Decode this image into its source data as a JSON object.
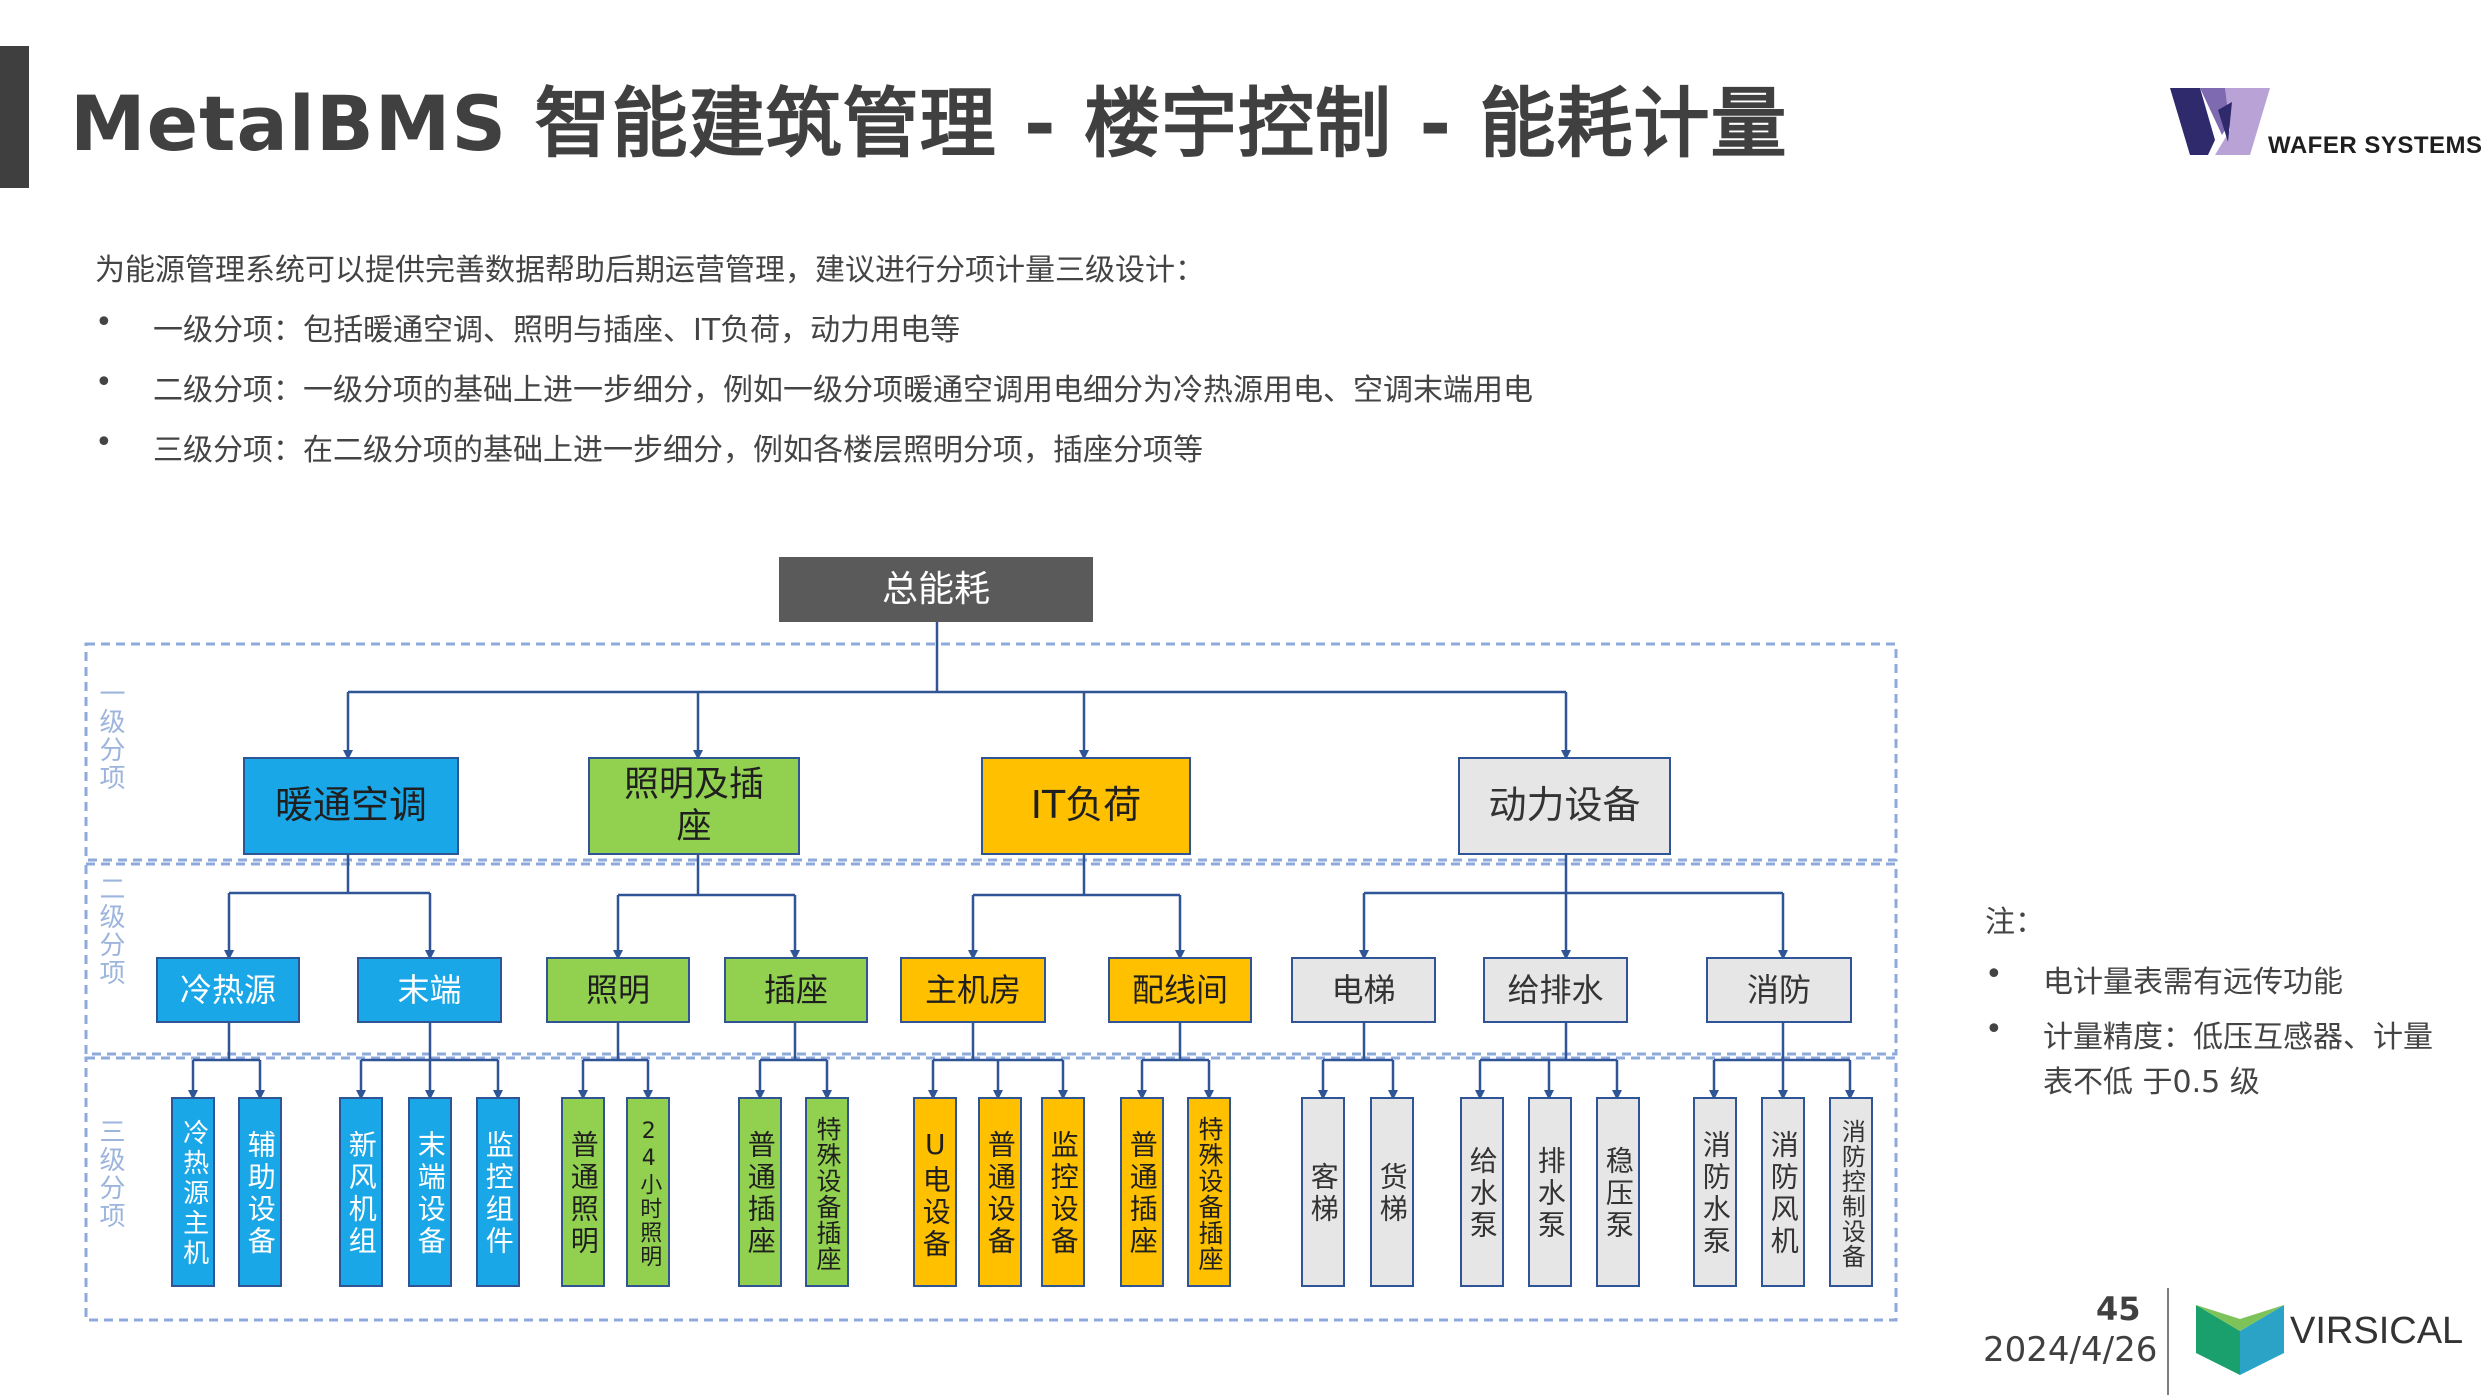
{
  "header": {
    "title": "MetalBMS 智能建筑管理 - 楼宇控制 - 能耗计量",
    "logo_text": "WAFER SYSTEMS"
  },
  "intro": {
    "lead": "为能源管理系统可以提供完善数据帮助后期运营管理，建议进行分项计量三级设计：",
    "bullet_symbol": "•",
    "bullets": [
      "一级分项：包括暖通空调、照明与插座、IT负荷，动力用电等",
      "二级分项：一级分项的基础上进一步细分，例如一级分项暖通空调用电细分为冷热源用电、空调末端用电",
      "三级分项：在二级分项的基础上进一步细分，例如各楼层照明分项，插座分项等"
    ]
  },
  "diagram": {
    "root": "总能耗",
    "level_labels": [
      "一级分项",
      "二级分项",
      "三级分项"
    ],
    "colors": {
      "hvac": "#1aa7e8",
      "lighting": "#92d050",
      "it": "#ffc000",
      "power": "#e7e6e6",
      "frame": "#8eaadb",
      "line": "#2f5597"
    },
    "level1": [
      "暖通空调",
      "照明及插座",
      "IT负荷",
      "动力设备"
    ],
    "level2": [
      "冷热源",
      "末端",
      "照明",
      "插座",
      "主机房",
      "配线间",
      "电梯",
      "给排水",
      "消防"
    ],
    "level3": [
      "冷热源主机",
      "辅助设备",
      "新风机组",
      "末端设备",
      "监控组件",
      "普通照明",
      "24小时照明",
      "普通插座",
      "特殊设备插座",
      "U电设备",
      "普通设备",
      "监控设备",
      "普通插座",
      "特殊设备插座",
      "客梯",
      "货梯",
      "给水泵",
      "排水泵",
      "稳压泵",
      "消防水泵",
      "消防风机",
      "消防控制设备"
    ]
  },
  "notes": {
    "title": "注：",
    "bullet_symbol": "•",
    "items": [
      "电计量表需有远传功能",
      "计量精度：低压互感器、计量",
      "表不低 于0.5 级"
    ]
  },
  "footer": {
    "page_number": "45",
    "date": "2024/4/26",
    "brand": "VIRSICAL"
  }
}
